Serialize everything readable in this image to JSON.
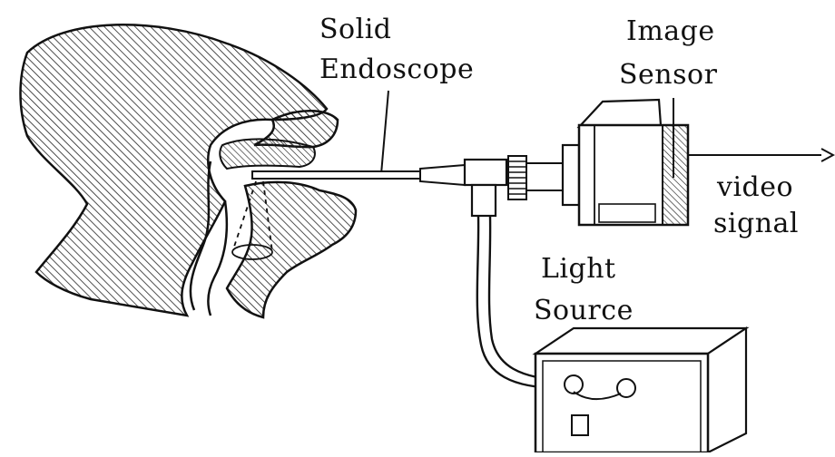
{
  "labels": {
    "solid_endoscope": [
      "Solid",
      "Endoscope"
    ],
    "image_sensor": [
      "Image",
      "Sensor"
    ],
    "video_signal": [
      "video",
      "signal"
    ],
    "light_source": [
      "Light",
      "Source"
    ]
  },
  "colors": {
    "ink": "#111111",
    "background": "#ffffff",
    "hatch": "#222222"
  }
}
